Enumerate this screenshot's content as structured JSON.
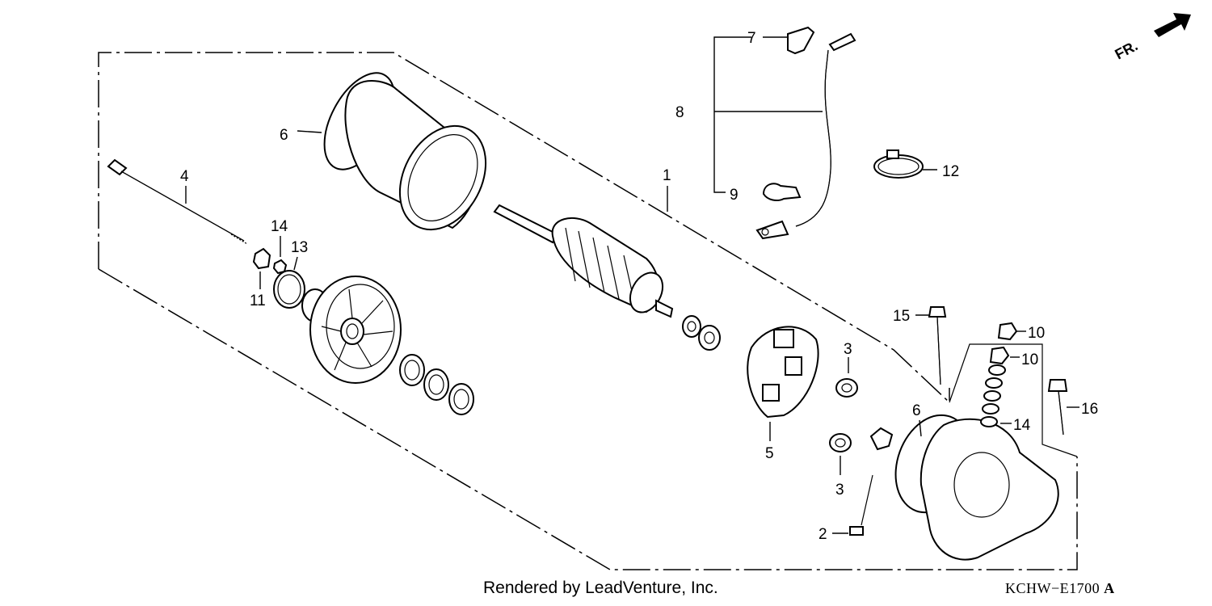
{
  "diagram": {
    "callouts": [
      {
        "id": "c1",
        "text": "1"
      },
      {
        "id": "c2",
        "text": "2"
      },
      {
        "id": "c3a",
        "text": "3"
      },
      {
        "id": "c3b",
        "text": "3"
      },
      {
        "id": "c4",
        "text": "4"
      },
      {
        "id": "c5",
        "text": "5"
      },
      {
        "id": "c6a",
        "text": "6"
      },
      {
        "id": "c6b",
        "text": "6"
      },
      {
        "id": "c7",
        "text": "7"
      },
      {
        "id": "c8",
        "text": "8"
      },
      {
        "id": "c9",
        "text": "9"
      },
      {
        "id": "c10a",
        "text": "10"
      },
      {
        "id": "c10b",
        "text": "10"
      },
      {
        "id": "c11",
        "text": "11"
      },
      {
        "id": "c12",
        "text": "12"
      },
      {
        "id": "c13",
        "text": "13"
      },
      {
        "id": "c14a",
        "text": "14"
      },
      {
        "id": "c14b",
        "text": "14"
      },
      {
        "id": "c15",
        "text": "15"
      },
      {
        "id": "c16",
        "text": "16"
      }
    ],
    "direction_label": "FR."
  },
  "footer": {
    "credit": "Rendered by LeadVenture, Inc.",
    "code": "KCHW−E1700",
    "code_suffix": "A"
  }
}
